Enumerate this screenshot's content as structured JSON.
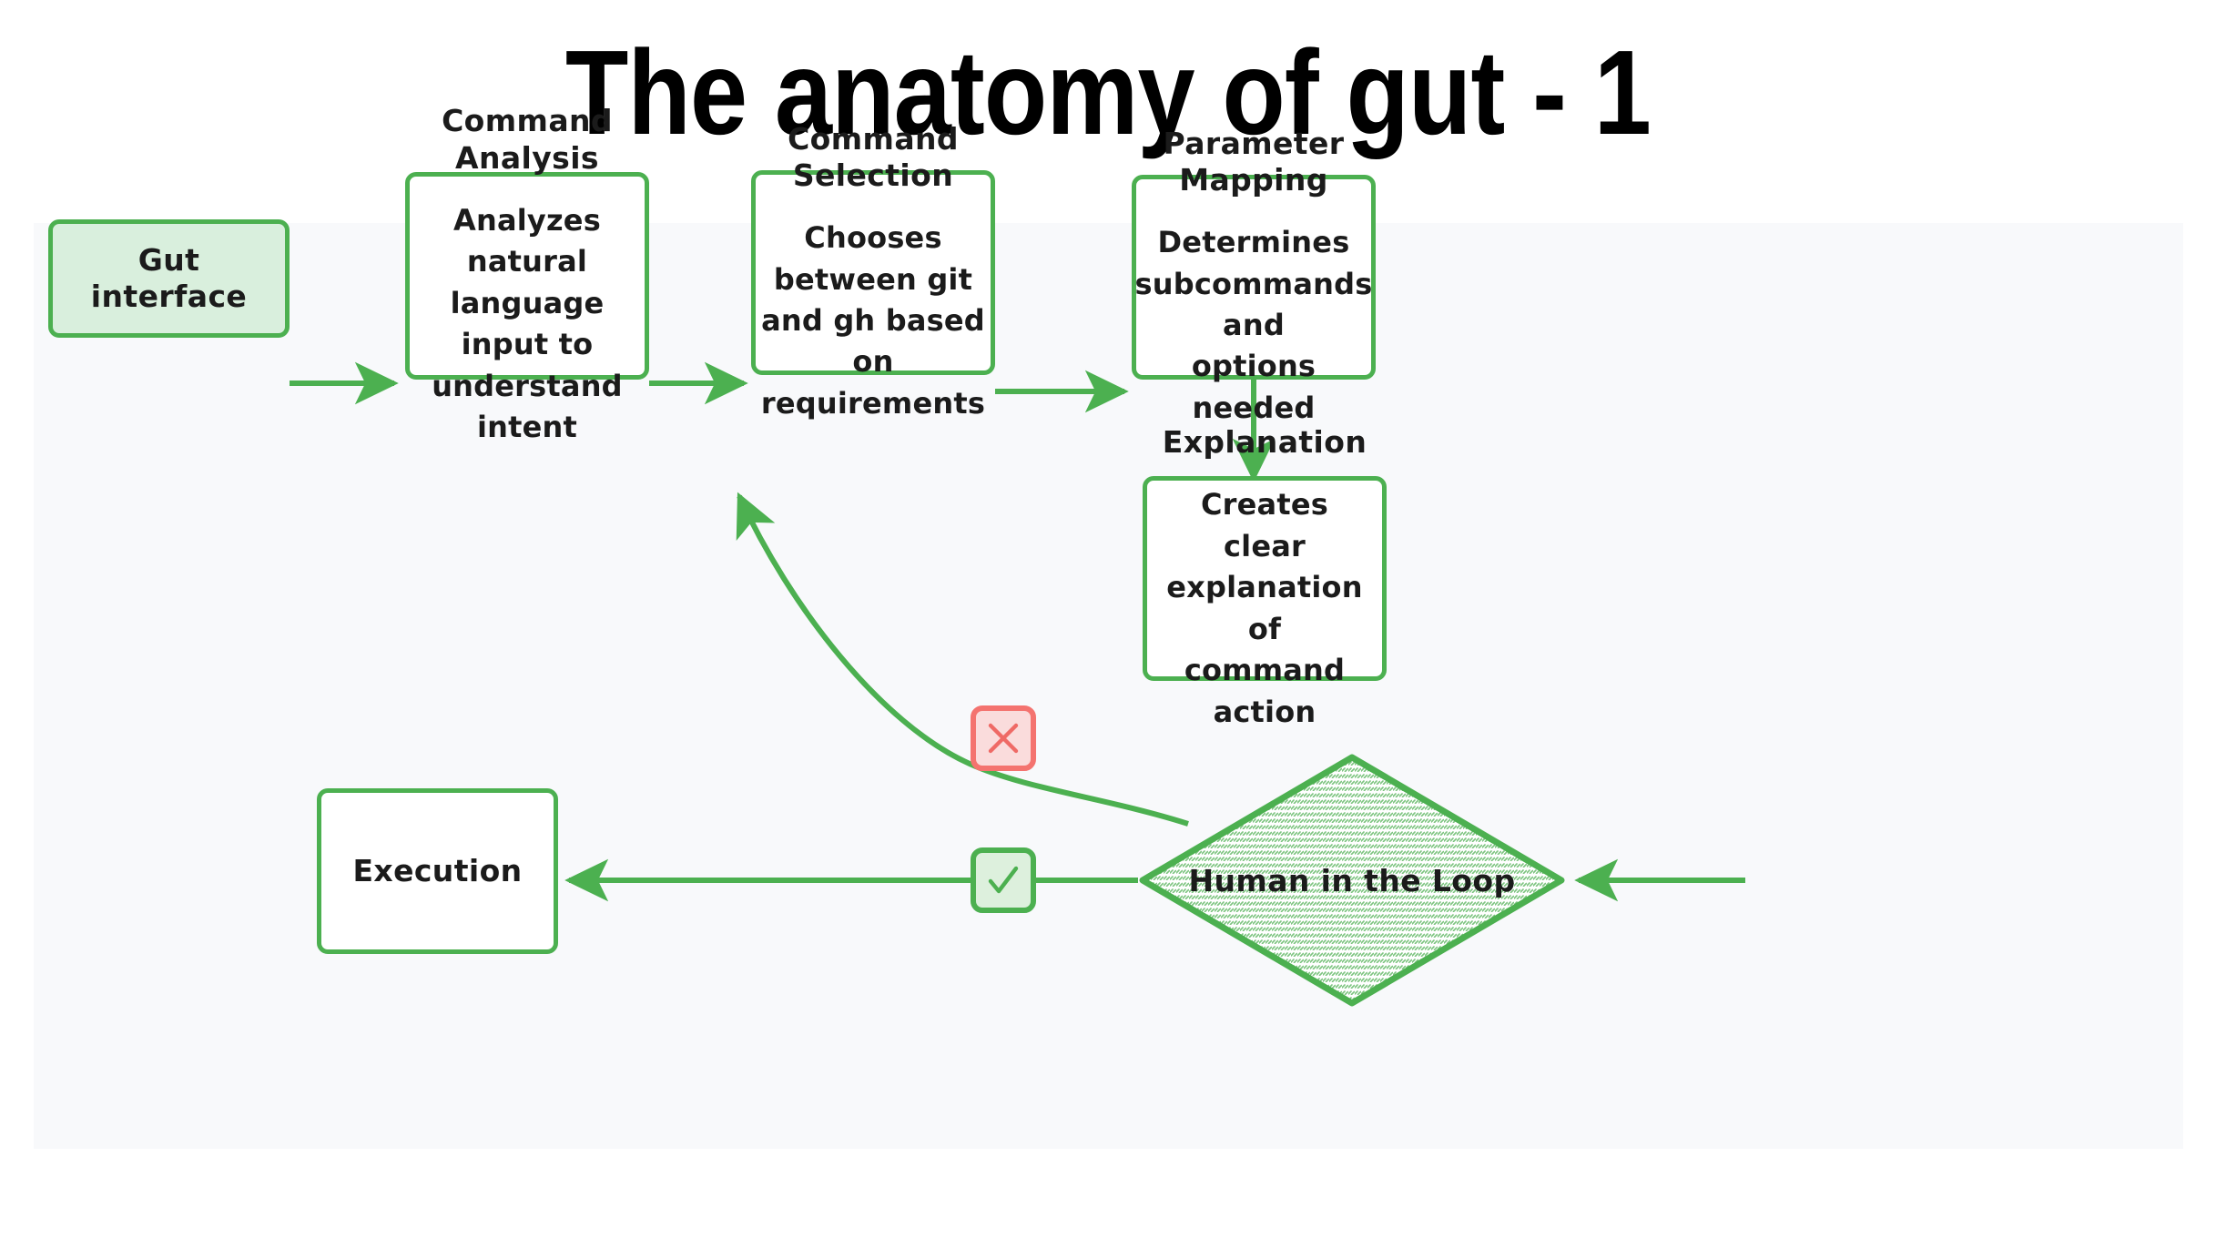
{
  "title": "The anatomy of gut - 1",
  "colors": {
    "node_stroke": "#4cb050",
    "node_fill": "#ffffff",
    "node_fill_tinted": "#d9efdd",
    "panel_background": "#f8f9fb",
    "edge_stroke": "#4cb050",
    "reject_stroke": "#f4736f",
    "reject_fill": "#fadcdc",
    "approve_fill": "#ddf0dd",
    "text": "#1b1b1b",
    "title_text": "#000000"
  },
  "diagram": {
    "type": "flowchart",
    "nodes": [
      {
        "id": "gut-interface",
        "shape": "rounded-rect",
        "title": "Gut interface",
        "body": "",
        "fill": "tinted"
      },
      {
        "id": "command-analysis",
        "shape": "rounded-rect",
        "title": "Command Analysis",
        "body": "Analyzes natural\nlanguage input to\nunderstand intent",
        "fill": "white"
      },
      {
        "id": "command-selection",
        "shape": "rounded-rect",
        "title": "Command Selection",
        "body": "Chooses between git\nand gh based on\nrequirements",
        "fill": "white"
      },
      {
        "id": "parameter-mapping",
        "shape": "rounded-rect",
        "title": "Parameter Mapping",
        "body": "Determines\nsubcommands and\noptions needed",
        "fill": "white"
      },
      {
        "id": "explanation",
        "shape": "rounded-rect",
        "title": "Explanation",
        "body": "Creates clear\nexplanation of\ncommand action",
        "fill": "white"
      },
      {
        "id": "human-in-the-loop",
        "shape": "diamond",
        "title": "Human in the Loop",
        "body": "",
        "fill": "hatched-green"
      },
      {
        "id": "execution",
        "shape": "rounded-rect",
        "title": "Execution",
        "body": "",
        "fill": "white"
      }
    ],
    "badges": [
      {
        "id": "reject",
        "icon": "cross-icon",
        "glyph": "×",
        "meaning": "rejected"
      },
      {
        "id": "approve",
        "icon": "check-icon",
        "glyph": "✓",
        "meaning": "approved"
      }
    ],
    "edges": [
      {
        "from": "gut-interface",
        "to": "command-analysis",
        "label": "",
        "style": "straight"
      },
      {
        "from": "command-analysis",
        "to": "command-selection",
        "label": "",
        "style": "straight"
      },
      {
        "from": "command-selection",
        "to": "parameter-mapping",
        "label": "",
        "style": "straight"
      },
      {
        "from": "parameter-mapping",
        "to": "explanation",
        "label": "",
        "style": "straight"
      },
      {
        "from": "explanation",
        "to": "human-in-the-loop",
        "label": "",
        "style": "straight"
      },
      {
        "from": "human-in-the-loop",
        "to": "execution",
        "label": "",
        "style": "straight",
        "badge": "approve"
      },
      {
        "from": "human-in-the-loop",
        "to": "command-analysis",
        "label": "",
        "style": "curved",
        "badge": "reject"
      }
    ]
  }
}
